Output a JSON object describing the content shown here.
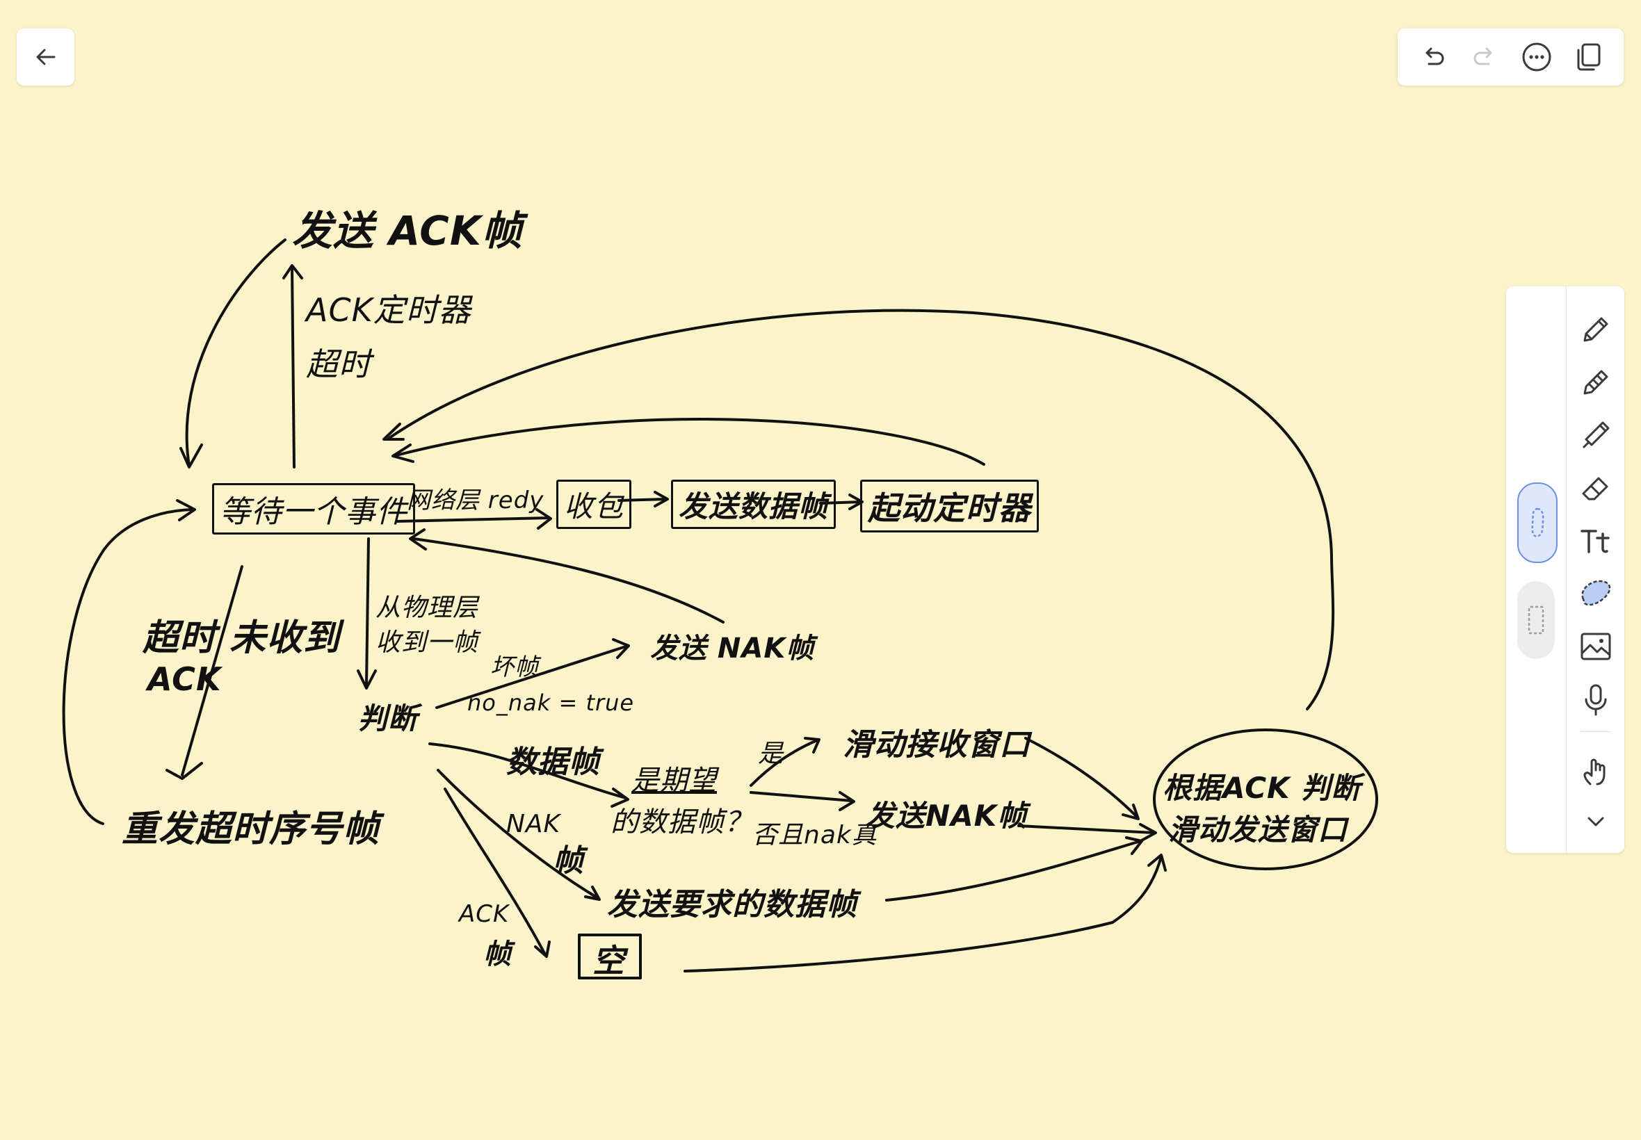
{
  "colors": {
    "paper": "#fbf3c9",
    "ink": "#111111",
    "toolbar_bg": "#ffffff",
    "icon": "#3a3a3a",
    "accent": "#6b8fe8",
    "accent_fill": "#dfe8fb"
  },
  "toolbar": {
    "back": "arrow-left-icon",
    "top_icons": [
      "undo-icon",
      "redo-icon",
      "more-icon",
      "copy-icon"
    ]
  },
  "side_toolbar": {
    "modes": [
      "finger-draw-mode",
      "lasso-select-mode"
    ],
    "tools": [
      "pen-icon",
      "pencil-icon",
      "highlighter-icon",
      "eraser-icon",
      "text-icon",
      "lasso-icon",
      "image-icon",
      "microphone-icon",
      "touch-icon",
      "chevron-down-icon"
    ]
  },
  "diagram": {
    "send_ack": "发送 ACK帧",
    "ack_timer_timeout_1": "ACK定时器",
    "ack_timer_timeout_2": "超时",
    "wait_event": "等待一个事件",
    "network_ready": "网络层 redy",
    "receive": "收包",
    "send_data_frame": "发送数据帧",
    "start_timer": "起动定时器",
    "timeout_no_ack_1": "超时 未收到",
    "timeout_no_ack_2": "ACK",
    "from_physical_1": "从物理层",
    "from_physical_2": "收到一帧",
    "bad_frame": "坏帧",
    "send_nak": "发送 NAK帧",
    "judge": "判断",
    "no_nak_true": "no_nak = true",
    "data_frame": "数据帧",
    "is_expected_1": "是期望",
    "is_expected_2": "的数据帧？",
    "yes": "是",
    "slide_recv_window": "滑动接收窗口",
    "no_and_nak": "否且nak真",
    "send_nak_2": "发送NAK帧",
    "nak_frame_1": "NAK",
    "nak_frame_2": "帧",
    "send_requested": "发送要求的数据帧",
    "ack_frame_1": "ACK",
    "ack_frame_2": "帧",
    "empty": "空",
    "resend_timeout": "重发超时序号帧",
    "judge_ack_1": "根据ACK 判断",
    "judge_ack_2": "滑动发送窗口"
  }
}
